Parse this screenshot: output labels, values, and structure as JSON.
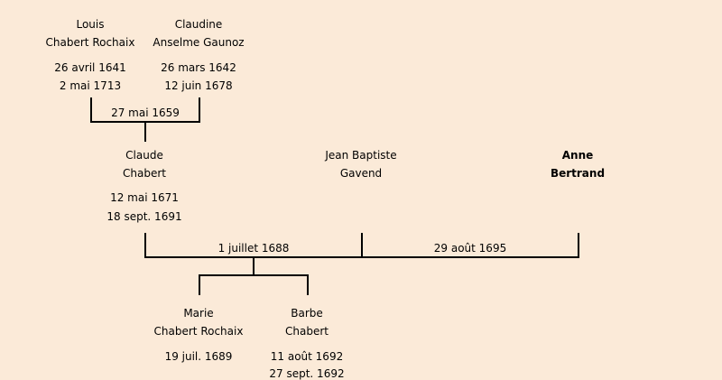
{
  "persons": {
    "louis": {
      "first": "Louis",
      "last": "Chabert Rochaix",
      "birth": "26 avril 1641",
      "death": "2 mai 1713"
    },
    "claudine": {
      "first": "Claudine",
      "last": "Anselme Gaunoz",
      "birth": "26 mars 1642",
      "death": "12 juin 1678"
    },
    "claude": {
      "first": "Claude",
      "last": "Chabert",
      "birth": "12 mai 1671",
      "death": "18 sept. 1691"
    },
    "jean_baptiste": {
      "first": "Jean Baptiste",
      "last": "Gavend"
    },
    "anne": {
      "first": "Anne",
      "last": "Bertrand"
    },
    "marie": {
      "first": "Marie",
      "last": "Chabert Rochaix",
      "birth": "19 juil. 1689"
    },
    "barbe": {
      "first": "Barbe",
      "last": "Chabert",
      "birth": "11 août 1692",
      "death": "27 sept. 1692"
    }
  },
  "marriages": {
    "louis_claudine": "27 mai 1659",
    "claude_jean_baptiste": "1 juillet 1688",
    "jean_baptiste_anne": "29 août 1695"
  }
}
